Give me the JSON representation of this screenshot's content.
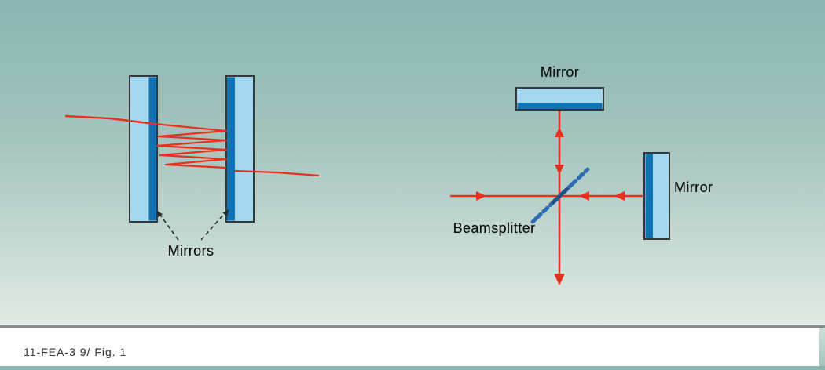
{
  "caption": {
    "text": "11-FEA-3 9/ Fig. 1"
  },
  "labels": {
    "mirrors": "Mirrors",
    "mirror_top": "Mirror",
    "mirror_right": "Mirror",
    "beamsplitter": "Beamsplitter"
  },
  "colors": {
    "background_top": "#8cb6b2",
    "background_bottom": "#e2ebe5",
    "mirror_glass": "#a3d8ee",
    "mirror_coating": "#0f72b2",
    "beam_red": "#e8301f",
    "beamsplitter_blue": "#2e6cb2",
    "frame_teal": "#8cb6b0",
    "divider_gray": "#858c89"
  }
}
